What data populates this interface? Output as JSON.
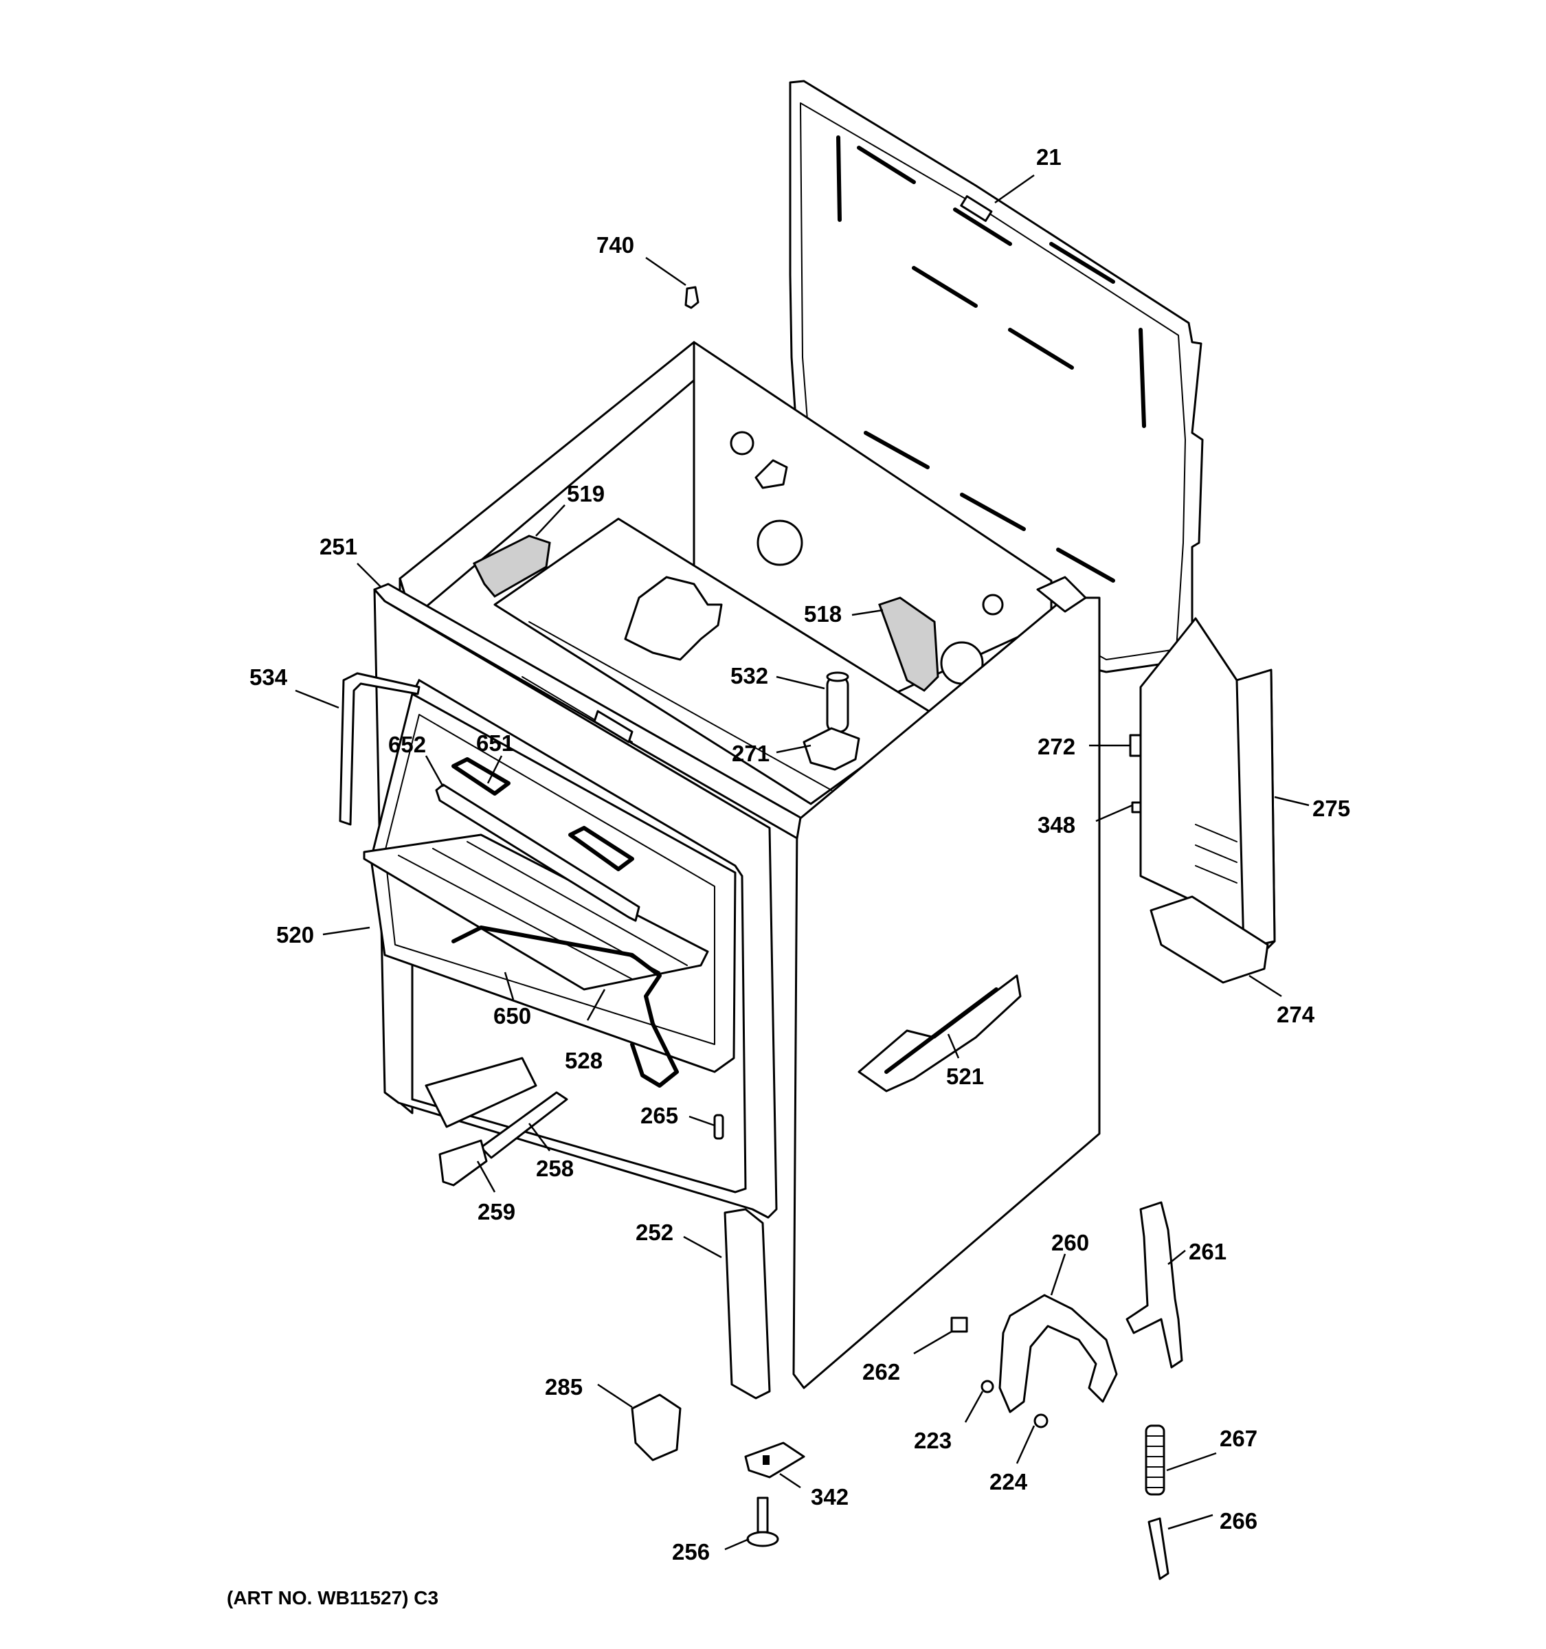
{
  "diagram": {
    "callouts": {
      "c21": "21",
      "c740": "740",
      "c519": "519",
      "c251": "251",
      "c534": "534",
      "c518": "518",
      "c532": "532",
      "c652": "652",
      "c651": "651",
      "c271": "271",
      "c272": "272",
      "c348": "348",
      "c275": "275",
      "c520": "520",
      "c650": "650",
      "c528": "528",
      "c274": "274",
      "c521": "521",
      "c265": "265",
      "c258": "258",
      "c259": "259",
      "c252": "252",
      "c260": "260",
      "c261": "261",
      "c262": "262",
      "c285": "285",
      "c223": "223",
      "c224": "224",
      "c267": "267",
      "c342": "342",
      "c266": "266",
      "c256": "256"
    },
    "art_number": "(ART NO. WB11527) C3"
  }
}
